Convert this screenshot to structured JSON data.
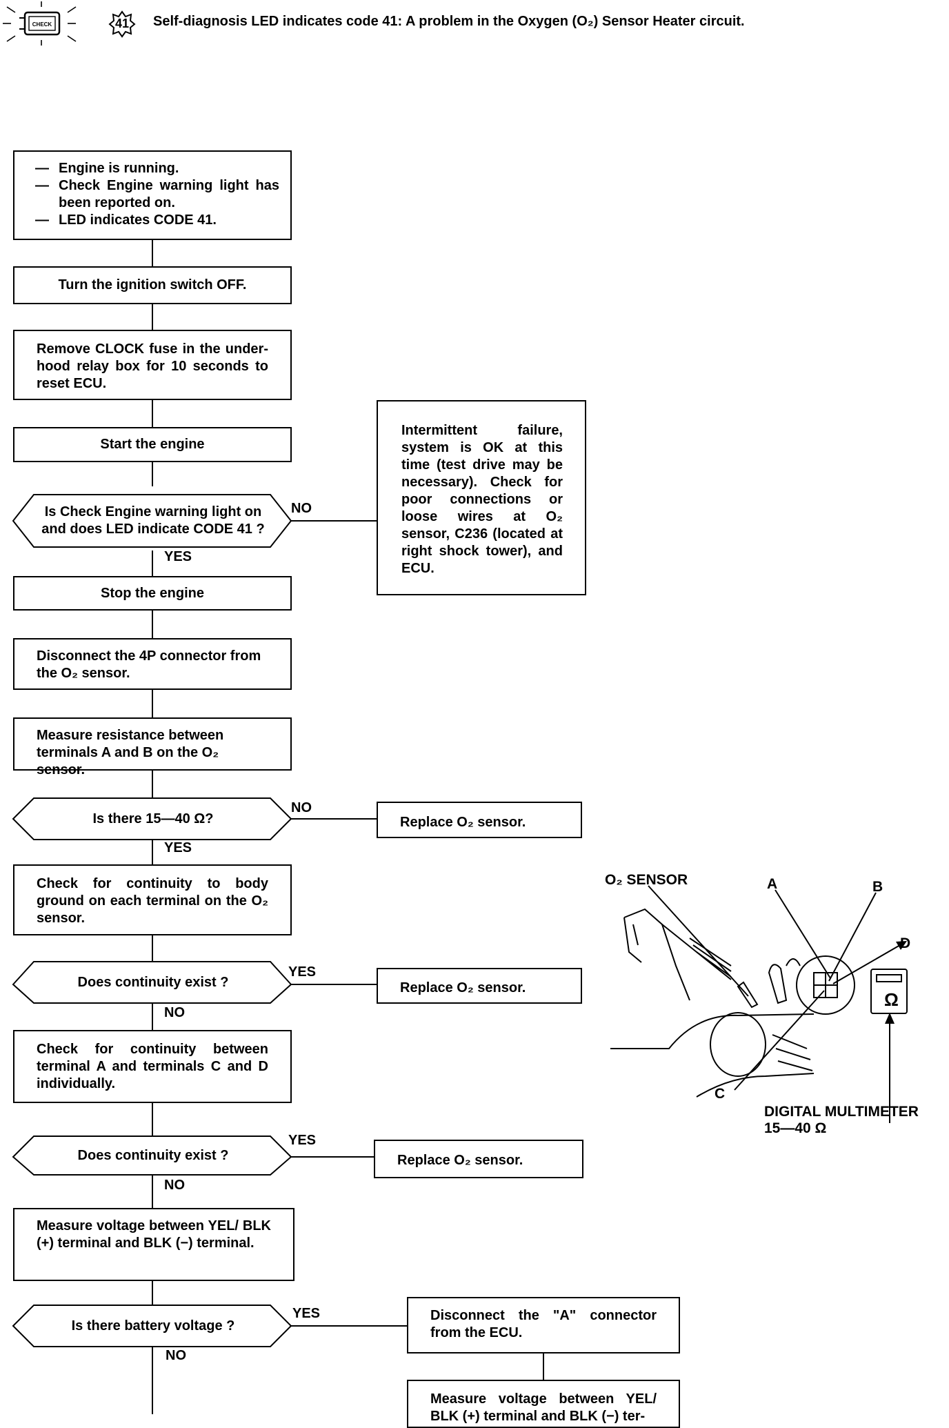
{
  "header": {
    "code_badge": "41",
    "title": "Self-diagnosis LED indicates code 41: A problem in the Oxygen (O₂) Sensor Heater circuit."
  },
  "steps": {
    "conditions": [
      "Engine is running.",
      "Check Engine warning light has been reported on.",
      "LED indicates CODE 41."
    ],
    "ignition_off": "Turn the ignition switch OFF.",
    "remove_fuse": "Remove CLOCK fuse in the under-hood relay box for 10 seconds to reset ECU.",
    "start_engine": "Start the engine",
    "q_light_on": "Is Check Engine warning light on and does LED indicate CODE 41 ?",
    "intermittent": "Intermittent failure, system is OK at this time (test drive may be necessary). Check for poor connections or loose wires at O₂ sensor, C236 (located at right shock tower), and ECU.",
    "stop_engine": "Stop the engine",
    "disconnect_4p": "Disconnect the 4P connector from the O₂ sensor.",
    "measure_resistance": "Measure resistance between terminals A and B on the O₂ sensor.",
    "q_resistance": "Is there 15—40 Ω?",
    "replace_1": "Replace O₂ sensor.",
    "check_ground": "Check for continuity to body ground on each terminal on the O₂ sensor.",
    "q_continuity_1": "Does continuity exist ?",
    "replace_2": "Replace O₂ sensor.",
    "check_ac_ad": "Check for continuity between terminal A and terminals C and D individually.",
    "q_continuity_2": "Does continuity exist ?",
    "replace_3": "Replace O₂ sensor.",
    "measure_voltage": "Measure voltage between YEL/ BLK (+) terminal and BLK (−) terminal.",
    "q_battery": "Is there battery voltage ?",
    "disconnect_a": "Disconnect the \"A\" connector from the ECU.",
    "measure_voltage_2": "Measure voltage between YEL/ BLK (+) terminal and BLK (−) ter-"
  },
  "labels": {
    "yes": "YES",
    "no": "NO"
  },
  "figure": {
    "sensor_label": "O₂ SENSOR",
    "term_a": "A",
    "term_b": "B",
    "term_c": "C",
    "term_d": "D",
    "meter_label": "DIGITAL MULTIMETER",
    "meter_value": "15—40 Ω",
    "meter_symbol": "Ω"
  }
}
